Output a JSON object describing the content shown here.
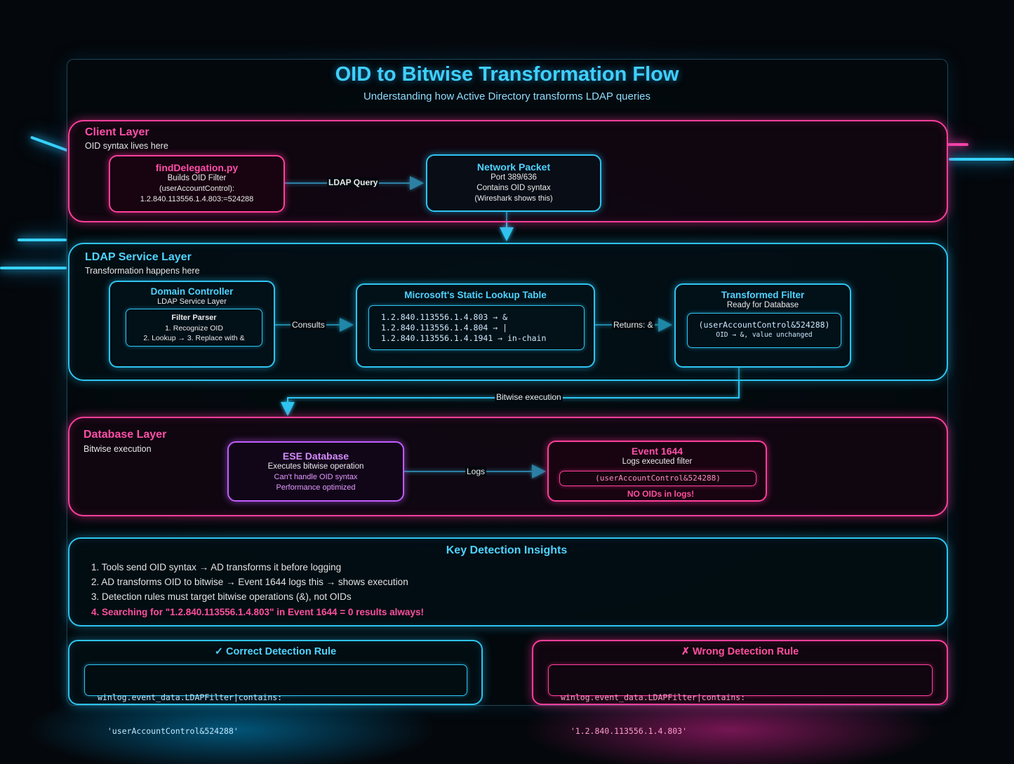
{
  "title": "OID to Bitwise Transformation Flow",
  "subtitle": "Understanding how Active Directory transforms LDAP queries",
  "client_layer": {
    "title": "Client Layer",
    "subtitle": "OID syntax lives here",
    "find_delegation": {
      "title": "findDelegation.py",
      "line1": "Builds OID Filter",
      "line2": "(userAccountControl):",
      "line3": "1.2.840.113556.1.4.803:=524288"
    },
    "edge_label": "LDAP Query",
    "network_packet": {
      "title": "Network Packet",
      "line1": "Port 389/636",
      "line2": "Contains OID syntax",
      "line3": "(Wireshark shows this)"
    }
  },
  "ldap_layer": {
    "title": "LDAP Service Layer",
    "subtitle": "Transformation happens here",
    "domain_controller": {
      "title": "Domain Controller",
      "subtitle": "LDAP Service Layer",
      "parser_title": "Filter Parser",
      "parser_line1": "1. Recognize OID",
      "parser_line2": "2. Lookup → 3. Replace with &"
    },
    "consults_label": "Consults",
    "lookup_table": {
      "title": "Microsoft's Static Lookup Table",
      "rows": [
        "1.2.840.113556.1.4.803 → &",
        "1.2.840.113556.1.4.804 → |",
        "1.2.840.113556.1.4.1941 → in-chain"
      ]
    },
    "returns_label": "Returns: &",
    "transformed_filter": {
      "title": "Transformed Filter",
      "subtitle": "Ready for Database",
      "code": "(userAccountControl&524288)",
      "note": "OID → &, value unchanged"
    }
  },
  "bitwise_label": "Bitwise execution",
  "database_layer": {
    "title": "Database Layer",
    "subtitle": "Bitwise execution",
    "ese": {
      "title": "ESE Database",
      "line1": "Executes bitwise operation",
      "line2": "Can't handle OID syntax",
      "line3": "Performance optimized"
    },
    "logs_label": "Logs",
    "event": {
      "title": "Event 1644",
      "subtitle": "Logs executed filter",
      "code": "(userAccountControl&524288)",
      "warning": "NO OIDs in logs!"
    }
  },
  "insights": {
    "title": "Key Detection Insights",
    "items": [
      "1. Tools send OID syntax → AD transforms it before logging",
      "2. AD transforms OID to bitwise → Event 1644 logs this → shows execution",
      "3. Detection rules must target bitwise operations (&), not OIDs",
      "4. Searching for \"1.2.840.113556.1.4.803\" in Event 1644 = 0 results always!"
    ]
  },
  "correct_rule": {
    "title": "✓ Correct Detection Rule",
    "line1": "winlog.event_data.LDAPFilter|contains:",
    "line2": "  'userAccountControl&524288'"
  },
  "wrong_rule": {
    "title": "✗ Wrong Detection Rule",
    "line1": "winlog.event_data.LDAPFilter|contains:",
    "line2": "  '1.2.840.113556.1.4.803'"
  },
  "colors": {
    "cyan": "#2ec4f0",
    "pink": "#ff3f9c",
    "purple": "#c25cff",
    "title": "#3fd0ff"
  }
}
